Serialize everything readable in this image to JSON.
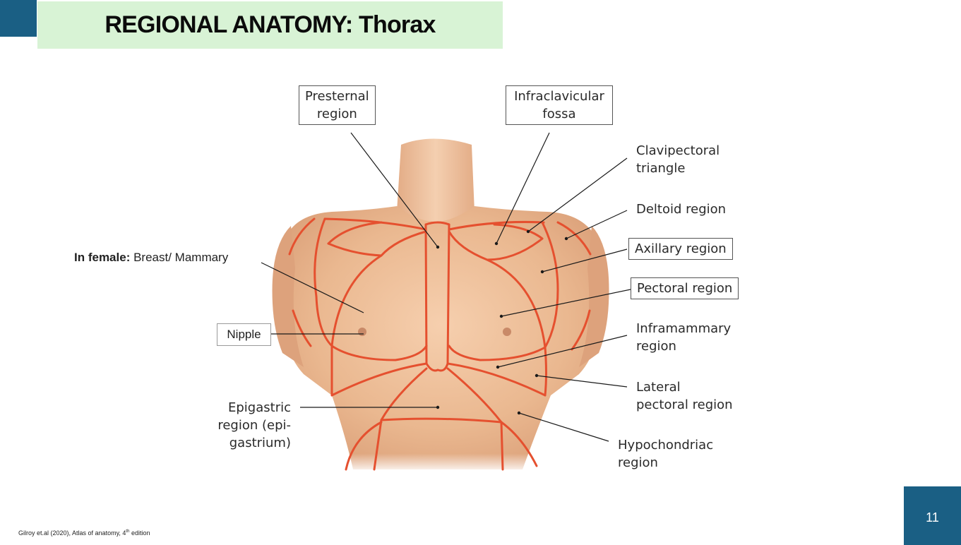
{
  "slide": {
    "title": "REGIONAL ANATOMY: Thorax",
    "page_number": "11",
    "citation": "Gilroy et.al (2020), Atlas of anatomy, 4",
    "citation_sup": "th",
    "citation_tail": " edition",
    "accent_color": "#1a5f84",
    "title_background": "#d8f3d5"
  },
  "annotations": {
    "female_bold": "In female:",
    "female_text": " Breast/ Mammary",
    "nipple": "Nipple"
  },
  "labels": {
    "presternal": [
      "Presternal",
      "region"
    ],
    "infraclavicular": [
      "Infraclavicular",
      "fossa"
    ],
    "clavipectoral": [
      "Clavipectoral",
      "triangle"
    ],
    "deltoid": [
      "Deltoid region"
    ],
    "axillary": [
      "Axillary region"
    ],
    "pectoral": [
      "Pectoral region"
    ],
    "inframammary": [
      "Inframammary",
      "region"
    ],
    "lateral_pectoral": [
      "Lateral",
      "pectoral region"
    ],
    "hypochondriac": [
      "Hypochondriac",
      "region"
    ],
    "epigastric": [
      "Epigastric",
      "region (epi-",
      "gastrium)"
    ]
  }
}
